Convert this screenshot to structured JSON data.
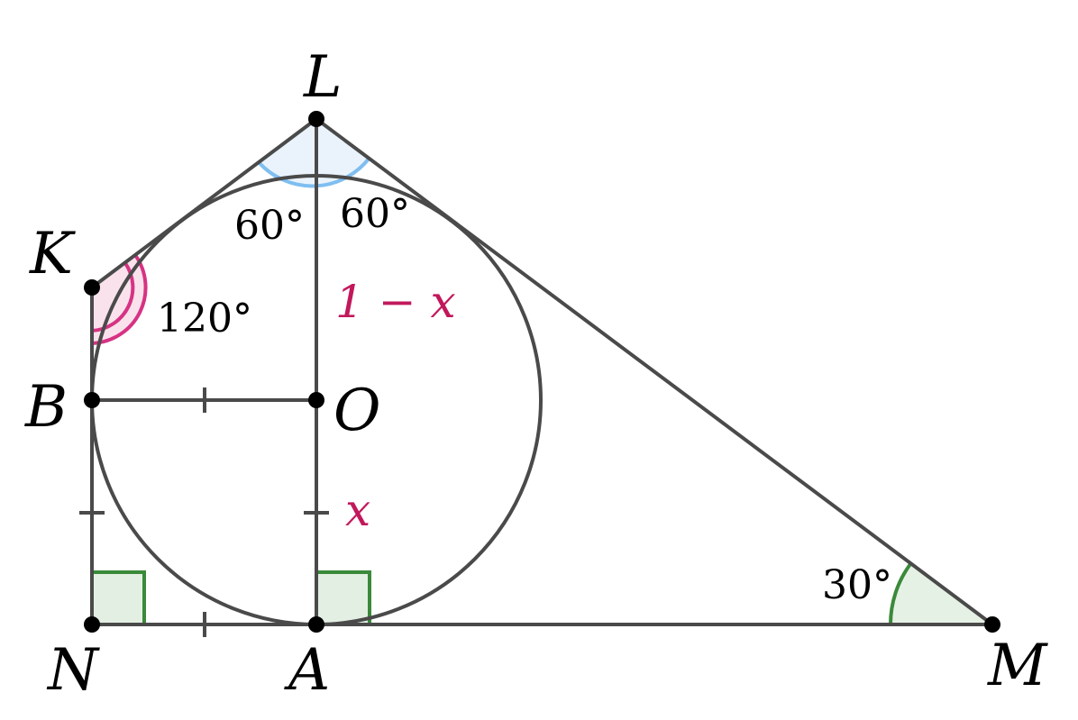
{
  "points": {
    "L": "L",
    "K": "K",
    "B": "B",
    "O": "O",
    "N": "N",
    "A": "A",
    "M": "M"
  },
  "angles": {
    "L_left": "60°",
    "L_right": "60°",
    "K": "120°",
    "M": "30°"
  },
  "segments": {
    "LO": "1 − x",
    "OA": "x"
  },
  "colors": {
    "line": "#4a4a4a",
    "point": "#000000",
    "angle_L": "#7fbef0",
    "angle_K": "#d63384",
    "angle_right": "#3a8a3a",
    "segment_label": "#c2185b"
  }
}
